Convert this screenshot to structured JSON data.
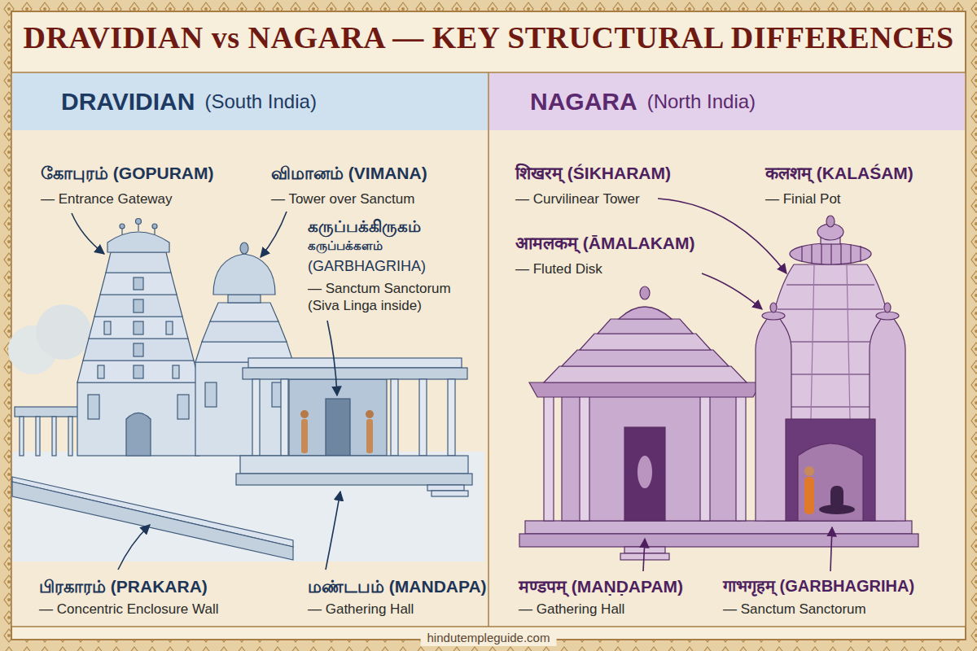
{
  "diagram": {
    "title": "DRAVIDIAN vs NAGARA — KEY STRUCTURAL DIFFERENCES",
    "nodes": [
      {
        "text": [
          "DRAVIDIAN",
          "(South India)"
        ]
      },
      {
        "text": [
          "NAGARA",
          "(North India)"
        ]
      }
    ],
    "labels": [
      "கோபுரம் (GOPURAM)",
      "— Entrance Gateway",
      "விமானம் (VIMANA)",
      "— Tower over Sanctum",
      "கருப்பக்கிருகம்",
      "கருப்பக்களம்",
      "(GARBHAGRIHA)",
      "— Sanctum Sanctorum (Siva Linga inside)",
      "பிரகாரம் (PRAKARA)",
      "— Concentric Enclosure Wall",
      "மண்டபம் (MANDAPA)",
      "— Gathering Hall",
      "शिखरम् (ŚIKHARAM)",
      "— Curvilinear Tower",
      "कलशम् (KALAŚAM)",
      "— Finial Pot",
      "आमलकम् (ĀMALAKAM)",
      "— Fluted Disk",
      "मण्डपम् (MAṆḌAPAM)",
      "— Gathering Hall",
      "गाभगृहम् (GARBHAGRIHA)",
      "— Sanctum Sanctorum",
      "hindutempleguide.com"
    ]
  }
}
